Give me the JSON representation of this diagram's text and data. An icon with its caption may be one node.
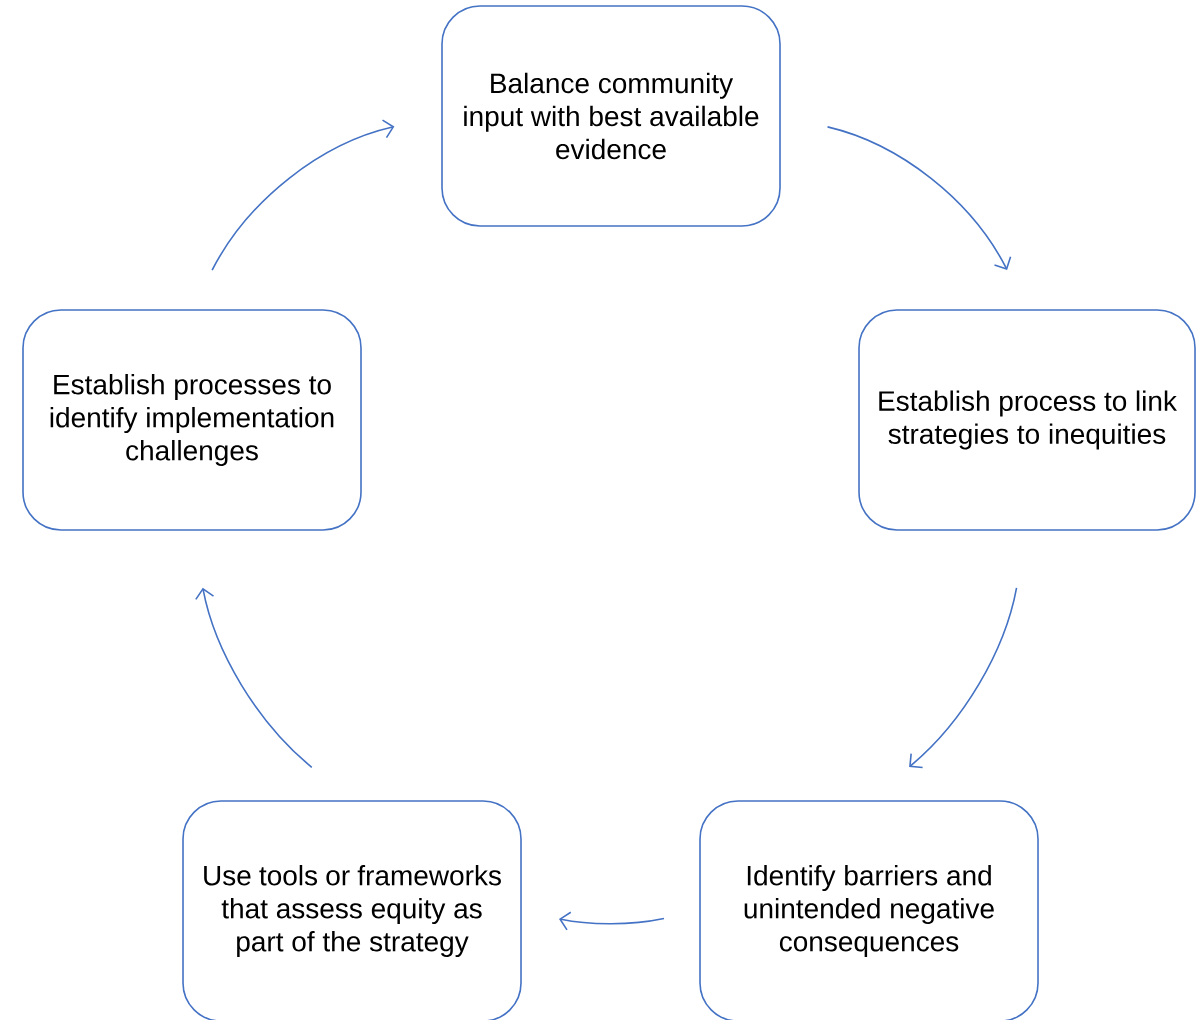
{
  "diagram": {
    "nodes": [
      {
        "text": [
          "Balance community input with best available evidence"
        ]
      },
      {
        "text": [
          "Establish process to link strategies to inequities"
        ]
      },
      {
        "text": [
          "Identify barriers and unintended negative consequences"
        ]
      },
      {
        "text": [
          "Use tools or frameworks that assess equity as part of the strategy"
        ]
      },
      {
        "text": [
          "Establish processes to identify implementation challenges"
        ]
      }
    ],
    "edges": [
      {
        "from": 0,
        "to": 1,
        "arrow": "to"
      },
      {
        "from": 1,
        "to": 2,
        "arrow": "to"
      },
      {
        "from": 2,
        "to": 3,
        "arrow": "to"
      },
      {
        "from": 3,
        "to": 4,
        "arrow": "to"
      },
      {
        "from": 4,
        "to": 0,
        "arrow": "to"
      }
    ]
  }
}
